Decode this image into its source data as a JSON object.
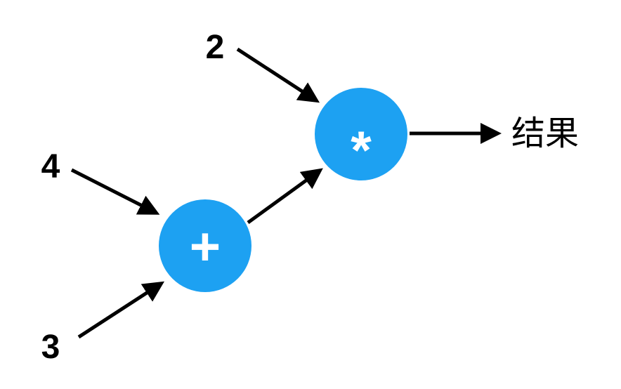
{
  "diagram": {
    "kind": "computation-graph",
    "nodes": {
      "add": {
        "operator": "+"
      },
      "multiply": {
        "operator": "*"
      }
    },
    "inputs": {
      "top": {
        "label": "2",
        "feeds": "multiply"
      },
      "left": {
        "label": "4",
        "feeds": "add"
      },
      "bottom": {
        "label": "3",
        "feeds": "add"
      }
    },
    "output": {
      "label": "结果"
    },
    "colors": {
      "node_fill": "#1da1f2",
      "node_text": "#ffffff",
      "edge": "#000000",
      "label_text": "#000000",
      "background": "#ffffff"
    }
  }
}
